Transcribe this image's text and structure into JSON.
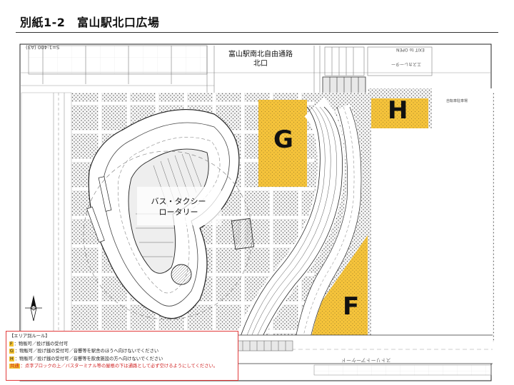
{
  "page": {
    "title": "別紙1-2　富山駅北口広場"
  },
  "map": {
    "labels": {
      "passage_line1": "富山駅南北自由通路",
      "passage_line2": "北口",
      "rotary_line1": "バス・タクシー",
      "rotary_line2": "ロータリー",
      "scale": "S=1:400 (A3)",
      "mirror_top_1": "EXIT to OPEN",
      "mirror_top_2": "エスカレーター",
      "side_note": "自転車駐車場",
      "bottom_mirror": "ストリートアーケード"
    },
    "zones": [
      {
        "id": "G",
        "label": "G",
        "color": "#f5c33b"
      },
      {
        "id": "H",
        "label": "H",
        "color": "#f5c33b"
      },
      {
        "id": "F",
        "label": "F",
        "color": "#f5c33b"
      }
    ],
    "icons": {
      "north_arrow": "compass-north-arrow-icon"
    }
  },
  "legend": {
    "title": "【エリア別ルール】",
    "rows": [
      {
        "key": "F",
        "text": "：物販可／投げ銭の受付可"
      },
      {
        "key": "G",
        "text": "：物販可／投げ銭の受付可／音響等を駅舎のほうへ向けないでください"
      },
      {
        "key": "H",
        "text": "：物販可／投げ銭の受付可／音響等を飲食施設の方へ向けないでください"
      }
    ],
    "common": {
      "key": "共通",
      "text": "：点字ブロックの上／バスターミナル等の屋根の下は通路として必ず空けるようにしてください。"
    },
    "colors": {
      "border": "#e23b3b",
      "highlight": "#f2c12e",
      "warning_text": "#d02020"
    }
  }
}
